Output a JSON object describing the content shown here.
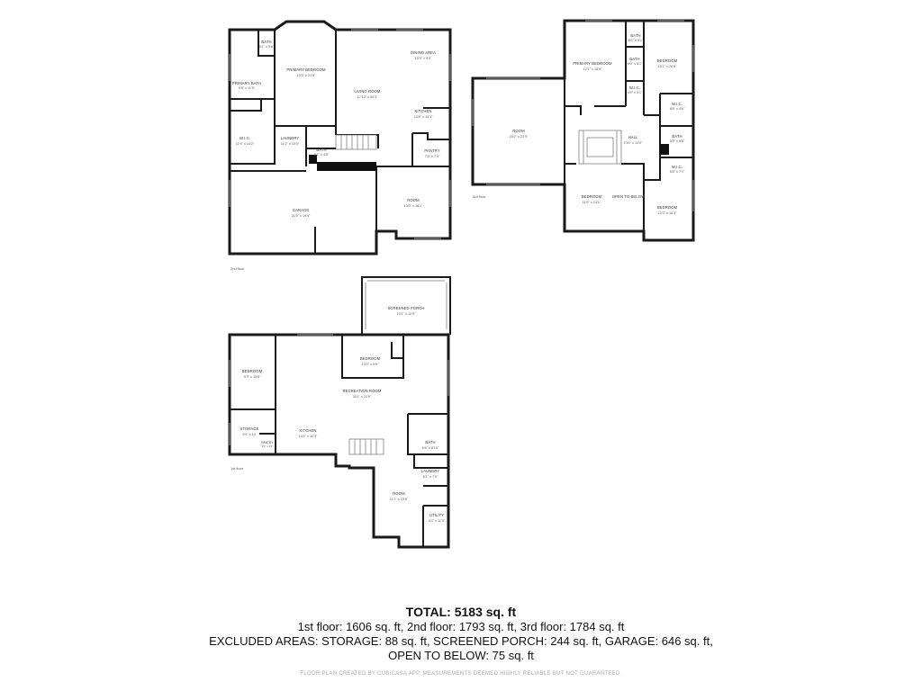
{
  "floors": {
    "second": {
      "label": "2nd floor",
      "rooms": [
        {
          "key": "bath_a",
          "name": "BATH",
          "dim": "5'1\" x 5'6\""
        },
        {
          "key": "primary_bedroom",
          "name": "PRIMARY BEDROOM",
          "dim": "13'3\" x 21'5\""
        },
        {
          "key": "dining_area",
          "name": "DINING AREA",
          "dim": "10'9\" x 9'9\""
        },
        {
          "key": "primary_bath",
          "name": "PRIMARY BATH",
          "dim": "9'8\" x 11'5\""
        },
        {
          "key": "living_room",
          "name": "LIVING ROOM",
          "dim": "17'10\" x 30'3\""
        },
        {
          "key": "kitchen",
          "name": "KITCHEN",
          "dim": "10'8\" x 15'1\""
        },
        {
          "key": "wic",
          "name": "W.I.C.",
          "dim": "11'9\" x 14'2\""
        },
        {
          "key": "laundry",
          "name": "LAUNDRY",
          "dim": "11'2\" x 10'0\""
        },
        {
          "key": "bath_b",
          "name": "BATH",
          "dim": "5'1\" x 4'9\""
        },
        {
          "key": "pantry",
          "name": "PANTRY",
          "dim": "7'8\" x 7'0\""
        },
        {
          "key": "garage",
          "name": "GARAGE",
          "dim": "21'8\" x 19'5\""
        },
        {
          "key": "room",
          "name": "ROOM",
          "dim": "13'0\" x 16'1\""
        }
      ]
    },
    "third": {
      "label": "3rd floor",
      "rooms": [
        {
          "key": "bath_a",
          "name": "BATH",
          "dim": "6'0\" x 5'1\""
        },
        {
          "key": "primary_bedroom",
          "name": "PRIMARY BEDROOM",
          "dim": "12'1\" x 16'8\""
        },
        {
          "key": "bedroom_a",
          "name": "BEDROOM",
          "dim": "15'1\" x 20'9\""
        },
        {
          "key": "bath_b",
          "name": "BATH",
          "dim": "6'0\" x 5'1\""
        },
        {
          "key": "wic_a",
          "name": "W.I.C.",
          "dim": "4'9\" x 5'1\""
        },
        {
          "key": "wic_b",
          "name": "W.I.C.",
          "dim": "6'8\" x 4'6\""
        },
        {
          "key": "room",
          "name": "ROOM",
          "dim": "20'2\" x 22'9\""
        },
        {
          "key": "hall",
          "name": "HALL",
          "dim": "2'10\" x 13'0\""
        },
        {
          "key": "bath_c",
          "name": "BATH",
          "dim": "5'0\" x 8'8\""
        },
        {
          "key": "wic_c",
          "name": "W.I.C.",
          "dim": "5'8\" x 7'1\""
        },
        {
          "key": "bedroom_b",
          "name": "BEDROOM",
          "dim": "11'9\" x 14'1\""
        },
        {
          "key": "open",
          "name": "OPEN TO BELOW",
          "dim": ""
        },
        {
          "key": "bedroom_c",
          "name": "BEDROOM",
          "dim": "12'2\" x 16'3\""
        }
      ]
    },
    "first": {
      "label": "1st floor",
      "rooms": [
        {
          "key": "screened_porch",
          "name": "SCREENED PORCH",
          "dim": "19'1\" x 12'9\""
        },
        {
          "key": "bedroom_a",
          "name": "BEDROOM",
          "dim": "13'0\" x 9'9\""
        },
        {
          "key": "bedroom_b",
          "name": "BEDROOM",
          "dim": "9'3\" x 15'8\""
        },
        {
          "key": "recreation_room",
          "name": "RECREATION ROOM",
          "dim": "30'1\" x 22'9\""
        },
        {
          "key": "storage",
          "name": "STORAGE",
          "dim": "9'5\" x 10'"
        },
        {
          "key": "kitchen",
          "name": "KITCHEN",
          "dim": "14'4\" x 10'3\""
        },
        {
          "key": "bath",
          "name": "BATH",
          "dim": "8'4\" x 8'10\""
        },
        {
          "key": "laundry",
          "name": "LAUNDRY",
          "dim": "6'1\" x 7'0\""
        },
        {
          "key": "room",
          "name": "ROOM",
          "dim": "11'1\" x 23'9\""
        },
        {
          "key": "utility",
          "name": "UTILITY",
          "dim": "4'0\" x 11'0\""
        },
        {
          "key": "pantry",
          "name": "PANTRY",
          "dim": "4'0\" x 4'1\""
        }
      ]
    }
  },
  "summary": {
    "total": "TOTAL: 5183 sq. ft",
    "floors_line": "1st floor: 1606 sq. ft, 2nd floor: 1793 sq. ft, 3rd floor: 1784 sq. ft",
    "excluded_line": "EXCLUDED AREAS: STORAGE: 88 sq. ft, SCREENED PORCH: 244 sq. ft, GARAGE: 646 sq. ft,",
    "open_line": "OPEN TO BELOW: 75 sq. ft",
    "disclaimer": "FLOOR PLAN CREATED BY CUBICASA APP. MEASUREMENTS DEEMED HIGHLY RELIABLE BUT NOT GUARANTEED."
  }
}
